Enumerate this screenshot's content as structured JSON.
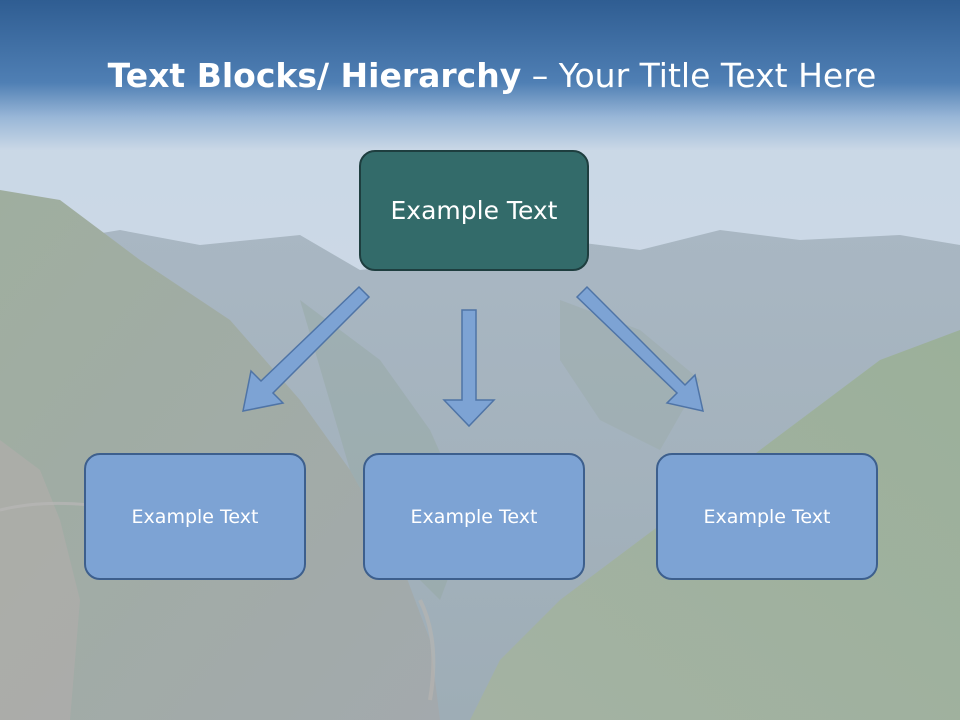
{
  "slide": {
    "title_bold": "Text Blocks/ Hierarchy",
    "title_rest": " – Your Title Text Here"
  },
  "hierarchy": {
    "top": {
      "label": "Example Text"
    },
    "children": [
      {
        "label": "Example Text"
      },
      {
        "label": "Example Text"
      },
      {
        "label": "Example Text"
      }
    ]
  },
  "colors": {
    "top_box_fill": "#336b6a",
    "child_box_fill": "#7da3d4",
    "arrow_fill": "#7da3d4",
    "title_band": "#2f5d92"
  }
}
